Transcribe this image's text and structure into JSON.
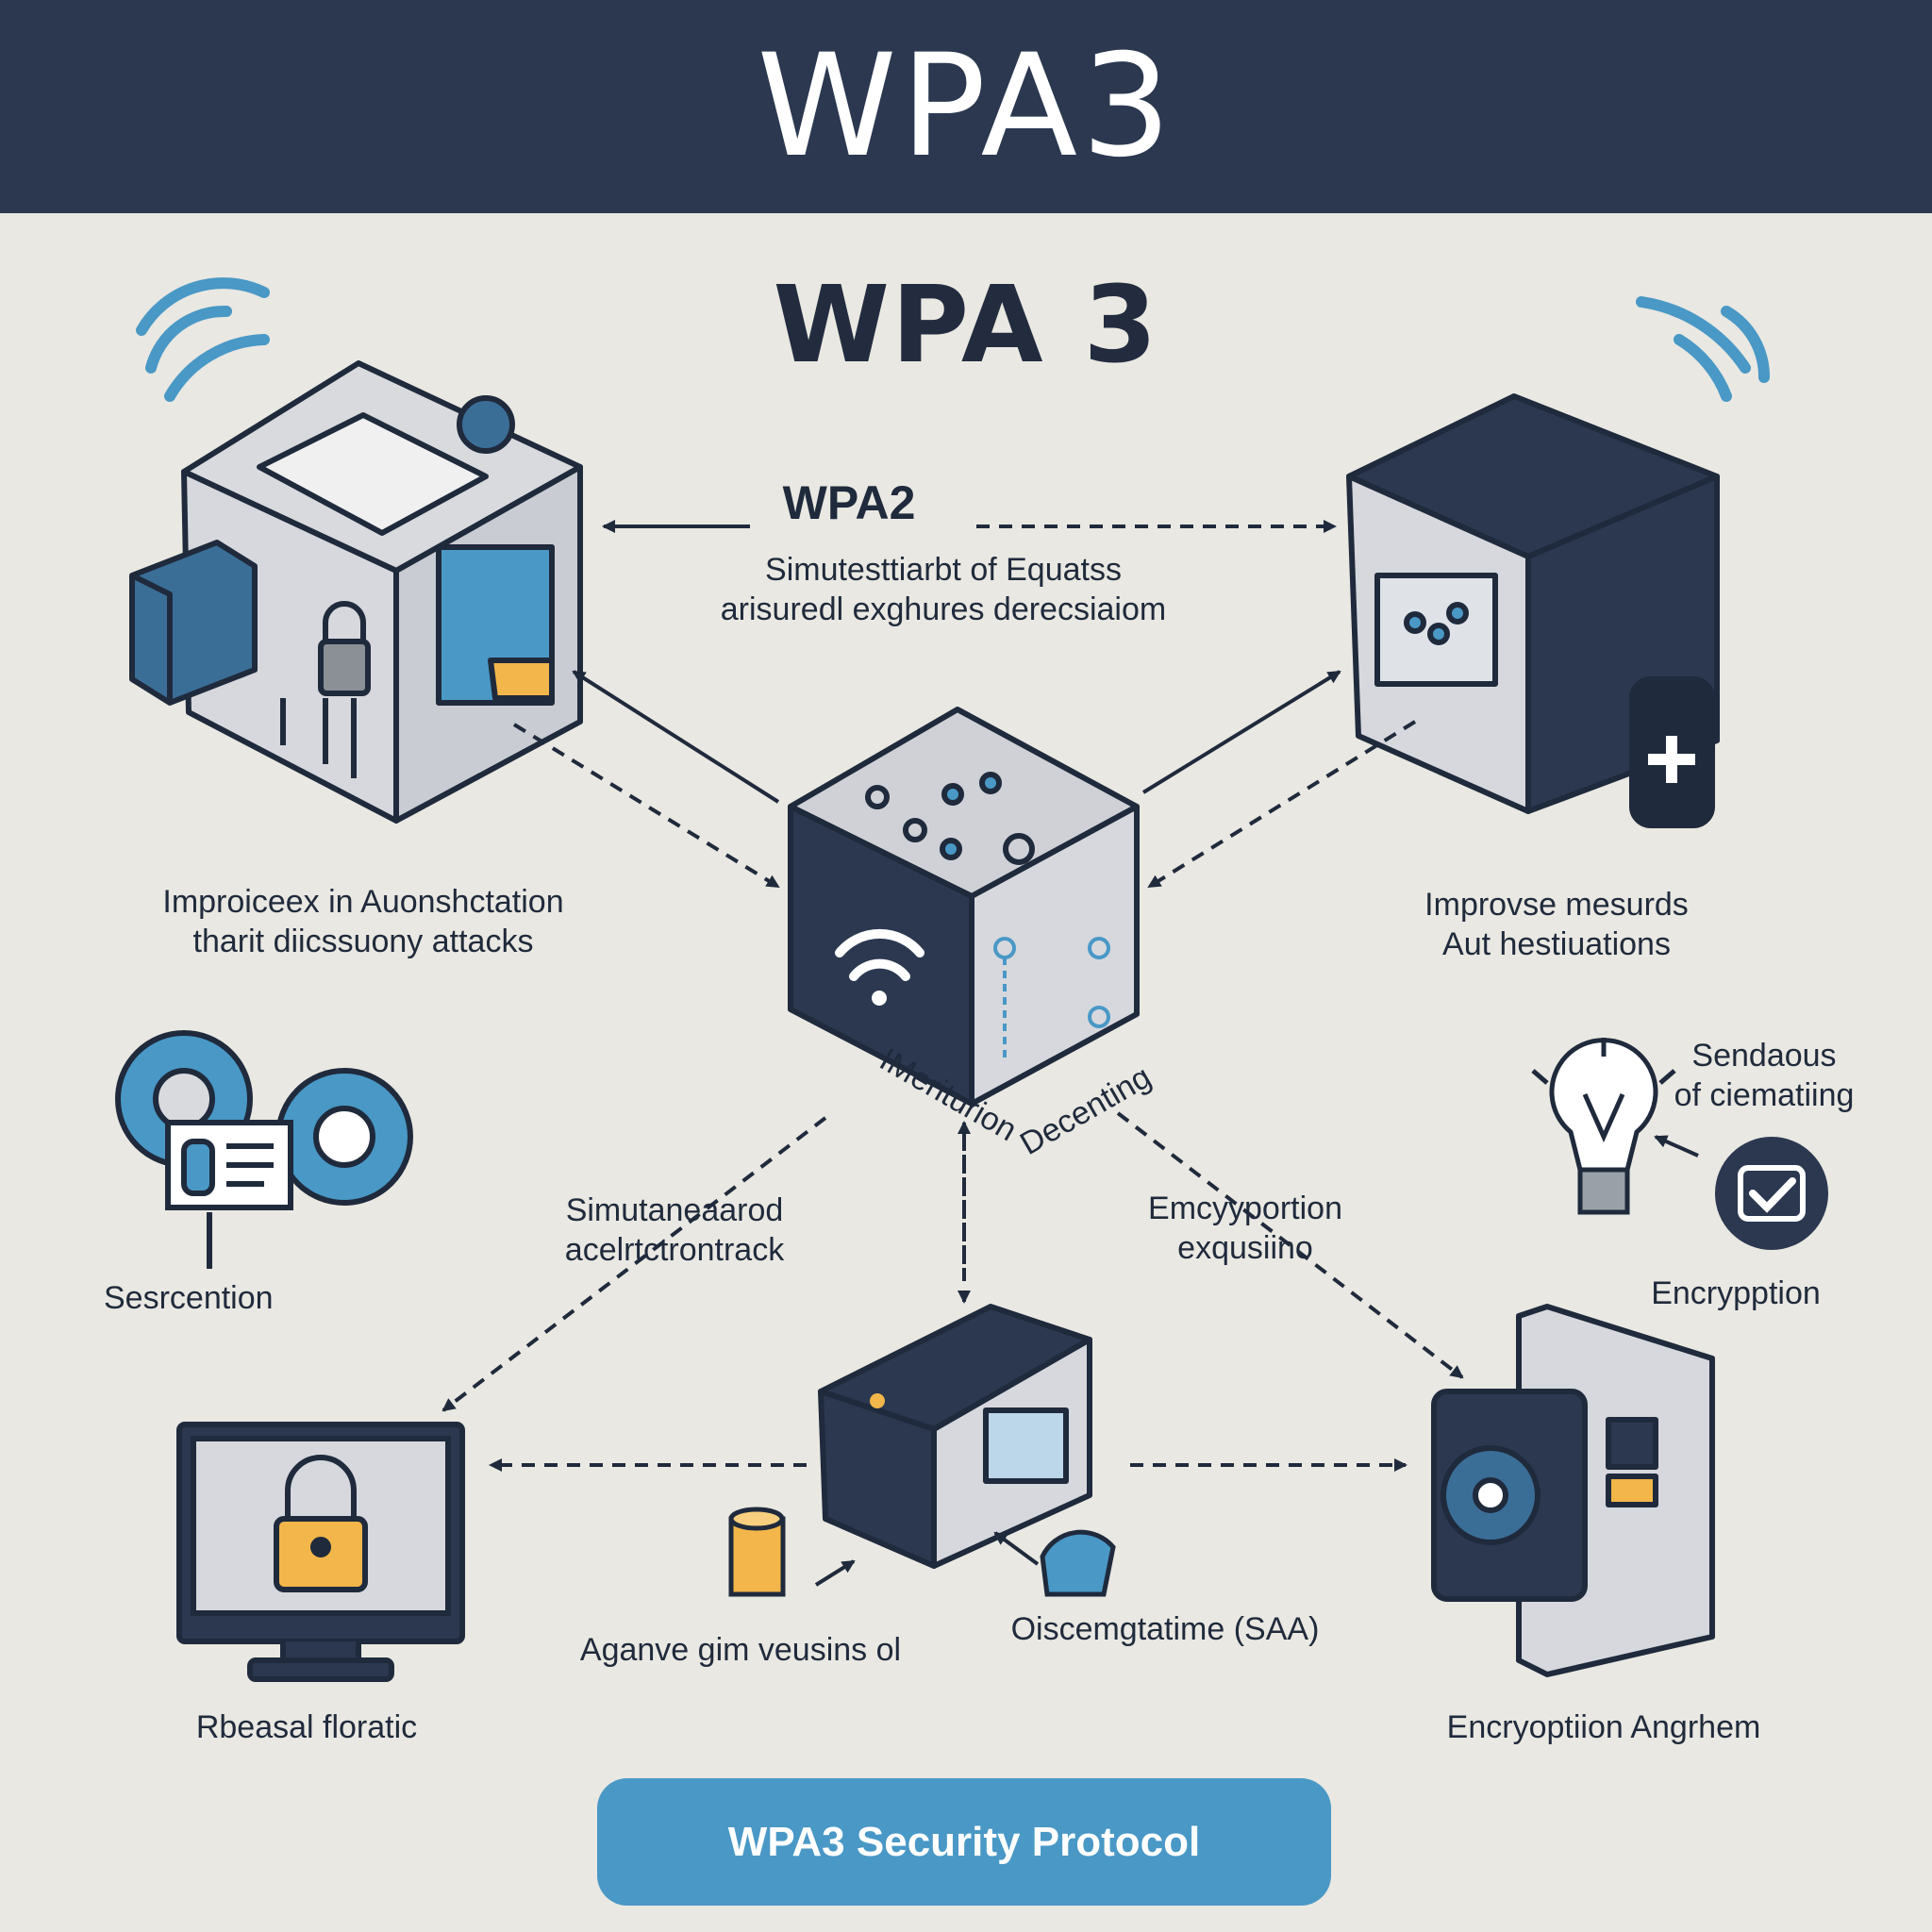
{
  "header": {
    "title": "WPA3"
  },
  "diagram": {
    "title": "WPA 3",
    "wpa2_label": "WPA2",
    "top_desc": [
      "Simutesttiarbt of Equatss",
      "arisuredl exghures derecsiaiom"
    ],
    "left_desc": [
      "Improiceex in Auonshctation",
      "tharit diicssuony attacks"
    ],
    "right_desc": [
      "Improvse mesurds",
      "Aut hestiuations"
    ],
    "center_label_left": "IMeriturion",
    "center_label_right": "Decenting",
    "gear_label": "Sesrcention",
    "bulb_label": [
      "Sendaous",
      "of ciematiing"
    ],
    "encryption_label": "Encrypption",
    "mid_left_desc": [
      "Simutaneaarod",
      "acelrtctrontrack"
    ],
    "mid_right_desc": [
      "Emcyyportion",
      "exqusiino"
    ],
    "monitor_label": "Rbeasal floratic",
    "bottom_center_left": "Aganve gim veusins ol",
    "bottom_center_right": "Oiscemgtatime (SAA)",
    "bottom_right_label": "Encryoptiion Angrhem"
  },
  "footer": {
    "button_label": "WPA3 Security Protocol"
  },
  "colors": {
    "navy": "#2b3850",
    "accent_blue": "#4998c6",
    "yellow": "#f2b64a",
    "bg": "#e9e8e2"
  }
}
